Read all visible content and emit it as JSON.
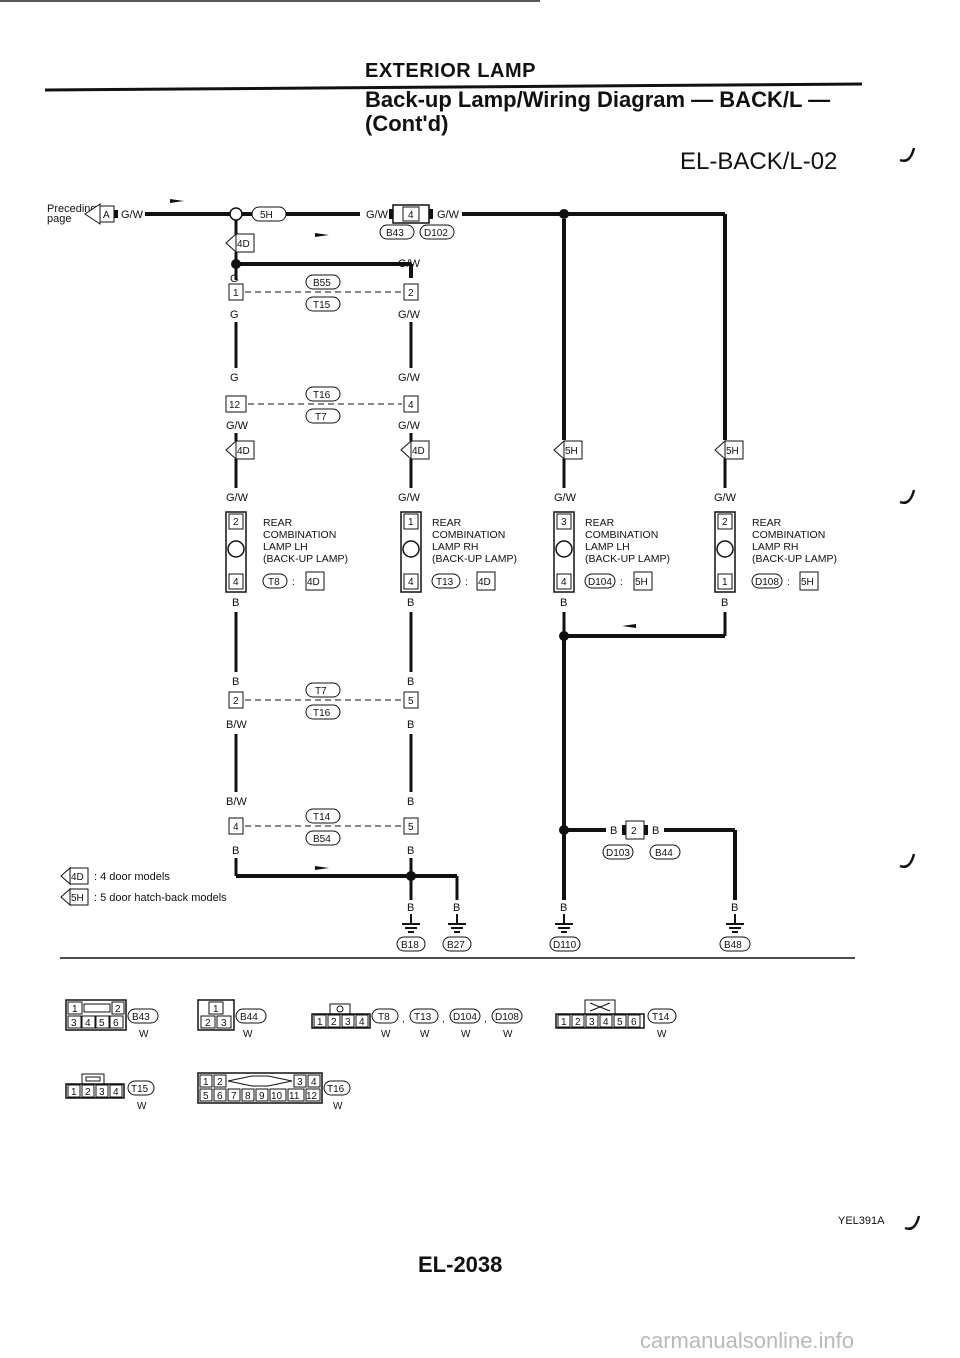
{
  "header": {
    "section": "EXTERIOR LAMP",
    "title_line1": "Back-up Lamp/Wiring Diagram — BACK/L —",
    "title_line2": "(Cont'd)",
    "diagram_code": "EL-BACK/L-02"
  },
  "preceding": {
    "text1": "Preceding",
    "text2": "page",
    "ref": "A",
    "wire": "G/W"
  },
  "top_bus": {
    "cond": "5H",
    "conn_left": "B43",
    "conn_right": "D102",
    "pin": "4",
    "wire_l": "G/W",
    "wire_r": "G/W"
  },
  "wire_labels": {
    "g": "G",
    "gw": "G/W",
    "b": "B",
    "bw": "B/W"
  },
  "inline_connectors": [
    {
      "top": "B55",
      "bottom": "T15",
      "pin_l": "1",
      "pin_r": "2"
    },
    {
      "top": "T16",
      "bottom": "T7",
      "pin_l": "12",
      "pin_r": "4"
    },
    {
      "top": "T7",
      "bottom": "T16",
      "pin_l": "2",
      "pin_r": "5"
    },
    {
      "top": "T14",
      "bottom": "B54",
      "pin_l": "4",
      "pin_r": "5"
    }
  ],
  "lamps": [
    {
      "line1": "REAR",
      "line2": "COMBINATION",
      "line3": "LAMP LH",
      "line4": "(BACK-UP LAMP)",
      "pin_top": "2",
      "pin_bot": "4",
      "conn": "T8",
      "cond": "4D"
    },
    {
      "line1": "REAR",
      "line2": "COMBINATION",
      "line3": "LAMP RH",
      "line4": "(BACK-UP LAMP)",
      "pin_top": "1",
      "pin_bot": "4",
      "conn": "T13",
      "cond": "4D"
    },
    {
      "line1": "REAR",
      "line2": "COMBINATION",
      "line3": "LAMP LH",
      "line4": "(BACK-UP LAMP)",
      "pin_top": "3",
      "pin_bot": "4",
      "conn": "D104",
      "cond": "5H"
    },
    {
      "line1": "REAR",
      "line2": "COMBINATION",
      "line3": "LAMP RH",
      "line4": "(BACK-UP LAMP)",
      "pin_top": "2",
      "pin_bot": "1",
      "conn": "D108",
      "cond": "5H"
    }
  ],
  "conditions": {
    "four_door": "4D",
    "five_door": "5H"
  },
  "lower_joint": {
    "pin": "2",
    "conn_l": "D103",
    "conn_r": "B44"
  },
  "grounds": [
    "B18",
    "B27",
    "D110",
    "B48"
  ],
  "legend": [
    {
      "code": "4D",
      "text": ": 4 door models"
    },
    {
      "code": "5H",
      "text": ": 5 door hatch-back models"
    }
  ],
  "connector_views": [
    {
      "name": "B43",
      "color": "W",
      "pins_top": [
        "1",
        "",
        "2"
      ],
      "pins_bot": [
        "3",
        "4",
        "5",
        "6"
      ]
    },
    {
      "name": "B44",
      "color": "W",
      "pins_top": [
        "1"
      ],
      "pins_bot": [
        "2",
        "3"
      ]
    },
    {
      "name": "T8",
      "color": "W",
      "extra": [
        "T13",
        "D104",
        "D108"
      ],
      "extra_colors": [
        "W",
        "W",
        "W"
      ],
      "pins": [
        "1",
        "2",
        "3",
        "4"
      ]
    },
    {
      "name": "T14",
      "color": "W",
      "pins": [
        "1",
        "2",
        "3",
        "4",
        "5",
        "6"
      ]
    },
    {
      "name": "T15",
      "color": "W",
      "pins": [
        "1",
        "2",
        "3",
        "4"
      ]
    },
    {
      "name": "T16",
      "color": "W",
      "pins_top": [
        "1",
        "2",
        "3",
        "4"
      ],
      "pins_bot": [
        "5",
        "6",
        "7",
        "8",
        "9",
        "10",
        "11",
        "12"
      ]
    }
  ],
  "footer": {
    "code": "YEL391A",
    "page": "EL-2038"
  },
  "watermark": "carmanualsonline.info"
}
